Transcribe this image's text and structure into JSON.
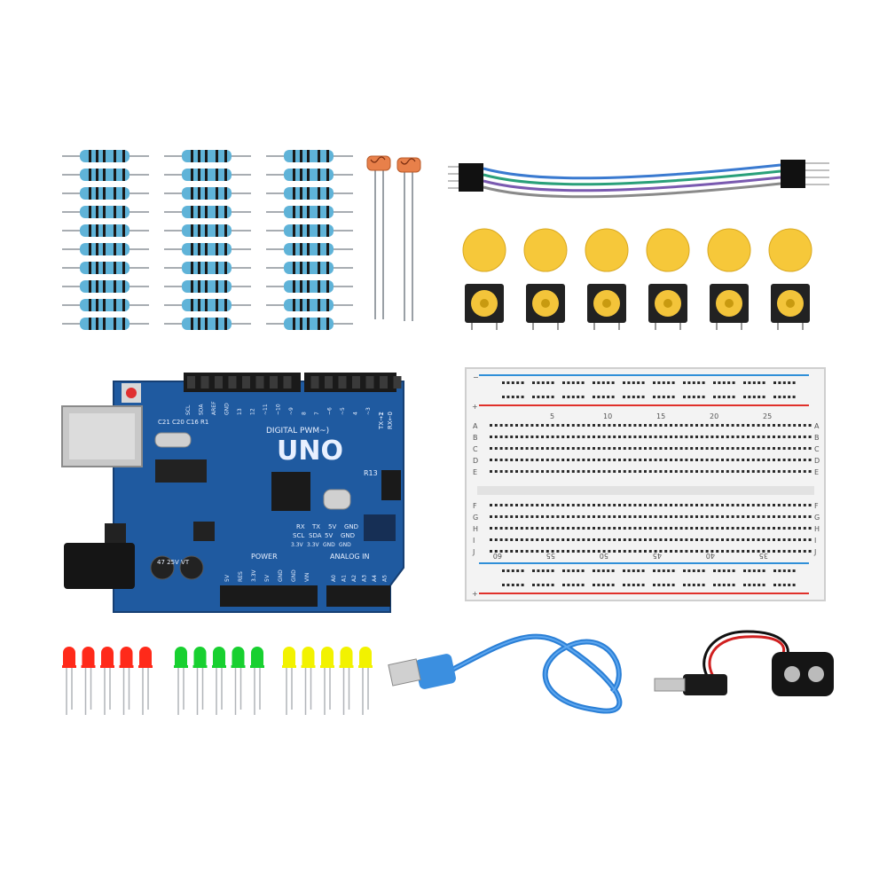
{
  "board": {
    "uno": "UNO",
    "digital": "DIGITAL PWM~)",
    "power": "POWER",
    "analog": "ANALOG IN",
    "tx": "TX→1",
    "rx": "RX←0",
    "header_pins": [
      "RX",
      "TX",
      "5V",
      "GND"
    ],
    "header_pins2": [
      "SCL",
      "SDA",
      "5V",
      "GND"
    ],
    "header_pins3": [
      "3.3V",
      "3.3V",
      "GND",
      "GND"
    ],
    "power_pins": [
      "5V",
      "RES",
      "3.3V",
      "5V",
      "GND",
      "GND",
      "VIN"
    ],
    "analog_pins": [
      "A0",
      "A1",
      "A2",
      "A3",
      "A4",
      "A5"
    ],
    "digital_pins": [
      "SCL",
      "SDA",
      "AREF",
      "GND",
      "13",
      "12",
      "~11",
      "~10",
      "~9",
      "8",
      "7",
      "~6",
      "~5",
      "4",
      "~3",
      "2"
    ],
    "caps": [
      "C21",
      "C20",
      "C16",
      "R1"
    ],
    "r13": "R13",
    "cap_label": "47 25V VT"
  },
  "breadboard": {
    "rows_top": [
      "A",
      "B",
      "C",
      "D",
      "E"
    ],
    "rows_bottom": [
      "F",
      "G",
      "H",
      "I",
      "J"
    ],
    "nums_top": [
      "5",
      "10",
      "15",
      "20",
      "25"
    ],
    "nums_bottom": [
      "60",
      "55",
      "50",
      "45",
      "40",
      "35"
    ],
    "plus": "+",
    "minus": "−"
  },
  "colors": {
    "resistor": "#5fb3d8",
    "board": "#1f5aa0",
    "button_cap": "#f6c83a",
    "led_red": "#ff2a1a",
    "led_green": "#18d030",
    "led_yellow": "#f2f200",
    "usb_cable": "#2a7fd6"
  }
}
